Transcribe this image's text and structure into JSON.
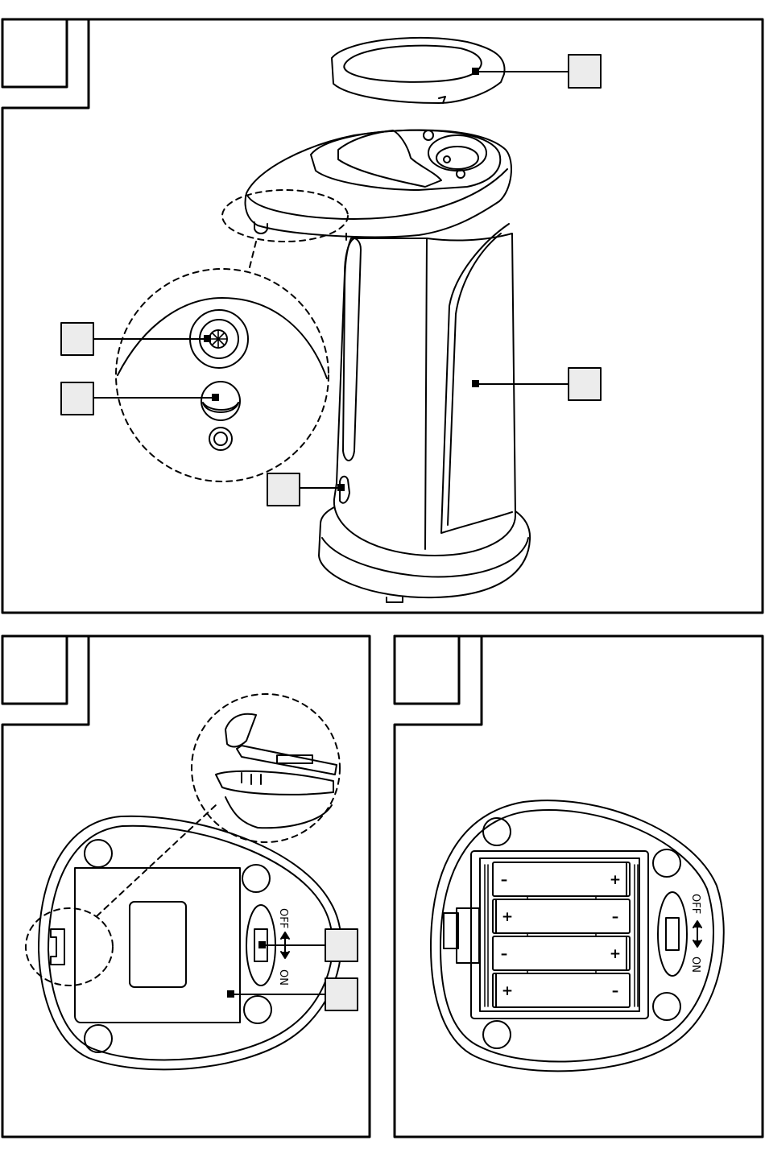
{
  "colors": {
    "line": "#000000",
    "callout_fill": "#ececec",
    "background": "#ffffff"
  },
  "figures": [
    {
      "id": "figure-top",
      "number_label": "",
      "subject": "soap dispenser exterior with lid and sensor detail",
      "callouts": [
        {
          "id": "lid",
          "label": ""
        },
        {
          "id": "sensor-window",
          "label": ""
        },
        {
          "id": "sensor-led",
          "label": ""
        },
        {
          "id": "body",
          "label": ""
        },
        {
          "id": "nozzle-indicator",
          "label": ""
        }
      ]
    },
    {
      "id": "figure-bottom-left",
      "number_label": "",
      "subject": "underside of base with closed battery cover",
      "switch": {
        "off_label": "OFF",
        "on_label": "ON"
      },
      "callouts": [
        {
          "id": "power-switch",
          "label": ""
        },
        {
          "id": "battery-cover",
          "label": ""
        }
      ]
    },
    {
      "id": "figure-bottom-right",
      "number_label": "",
      "subject": "open battery compartment with four batteries",
      "switch": {
        "off_label": "OFF",
        "on_label": "ON"
      },
      "batteries": [
        {
          "left": "–",
          "right": "+"
        },
        {
          "left": "+",
          "right": "–"
        },
        {
          "left": "–",
          "right": "+"
        },
        {
          "left": "+",
          "right": "–"
        }
      ]
    }
  ]
}
